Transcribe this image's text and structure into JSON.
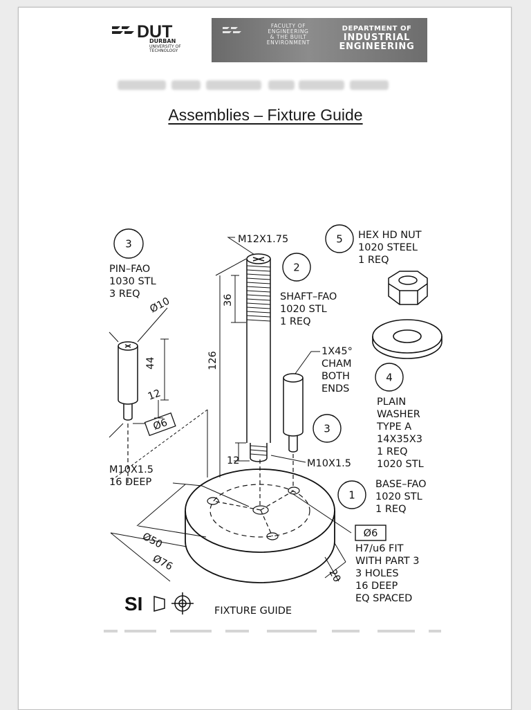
{
  "header": {
    "logo_text": "DUT",
    "logo_sub": [
      "DURBAN",
      "UNIVERSITY OF",
      "TECHNOLOGY"
    ],
    "faculty_lines": [
      "FACULTY OF",
      "ENGINEERING",
      "& THE BUILT",
      "ENVIRONMENT"
    ],
    "department_lines": [
      "DEPARTMENT OF",
      "INDUSTRIAL",
      "ENGINEERING"
    ]
  },
  "title": "Assemblies – Fixture Guide",
  "drawing": {
    "parts": [
      {
        "number": "3",
        "name": "PIN–FAO",
        "material": "1030 STL",
        "qty": "3 REQ"
      },
      {
        "number": "2",
        "name": "SHAFT–FAO",
        "material": "1020 STL",
        "qty": "1 REQ"
      },
      {
        "number": "5",
        "name": "HEX HD NUT",
        "material": "1020 STEEL",
        "qty": "1 REQ"
      },
      {
        "number": "4",
        "name": "PLAIN",
        "material": "WASHER",
        "type": "TYPE A",
        "size": "14X35X3",
        "qty": "1 REQ",
        "extra": "1020 STL"
      },
      {
        "number": "1",
        "name": "BASE–FAO",
        "material": "1020 STL",
        "qty": "1 REQ"
      }
    ],
    "second_pin_number": "3",
    "callouts": {
      "thread_top": "M12X1.75",
      "chamfer": [
        "1X45°",
        "CHAM",
        "BOTH",
        "ENDS"
      ],
      "thread_bottom": "M10X1.5",
      "base_thread": [
        "M10X1.5",
        "16 DEEP"
      ],
      "fit_box": "Ø6",
      "fit_note": [
        "H7/u6 FIT",
        "WITH PART 3",
        "3 HOLES",
        "16 DEEP",
        "EQ SPACED"
      ]
    },
    "dimensions": {
      "pin_dia": "Ø10",
      "pin_len": "44",
      "pin_short": "12",
      "pin_box": "Ø6",
      "shaft_total": "126",
      "shaft_thread": "36",
      "shaft_short": "12",
      "base_inner": "Ø50",
      "base_outer": "Ø76",
      "base_height": "20"
    },
    "projection_symbol": "SI",
    "caption": "FIXTURE GUIDE"
  }
}
